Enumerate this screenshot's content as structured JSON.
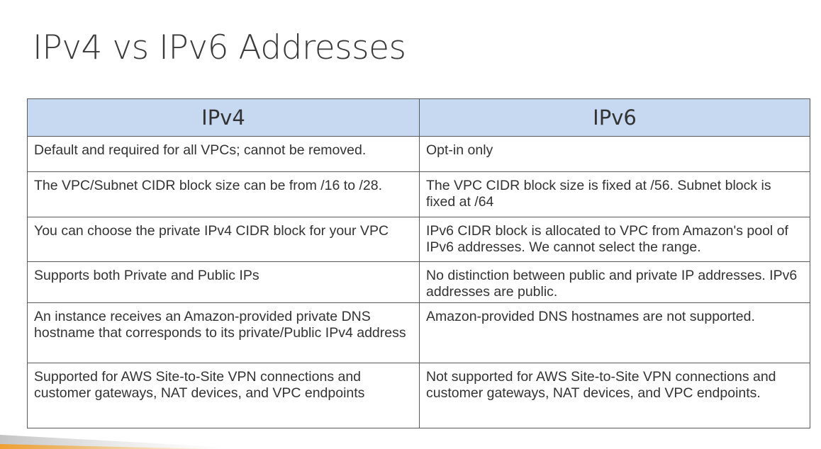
{
  "slide": {
    "title": "IPv4 vs IPv6 Addresses"
  },
  "table": {
    "headers": [
      "IPv4",
      "IPv6"
    ],
    "rows": [
      [
        "Default and required for all VPCs; cannot be removed.",
        "Opt-in only"
      ],
      [
        "The VPC/Subnet CIDR block size can be from /16 to /28.",
        "The VPC CIDR block size is fixed at /56. Subnet block is fixed at /64"
      ],
      [
        "You can choose the private IPv4 CIDR block for your VPC",
        "IPv6 CIDR block is allocated to VPC from Amazon's pool of IPv6 addresses. We cannot select the range."
      ],
      [
        "Supports both Private and Public IPs",
        "No distinction between public and private IP addresses. IPv6 addresses are public."
      ],
      [
        "An instance receives an Amazon-provided private DNS hostname that corresponds to its private/Public IPv4 address",
        "Amazon-provided DNS hostnames are not supported."
      ],
      [
        "Supported for AWS Site-to-Site VPN connections and customer gateways, NAT devices, and VPC endpoints",
        "Not supported for AWS Site-to-Site VPN connections and customer gateways, NAT devices, and VPC endpoints."
      ]
    ]
  },
  "theme": {
    "header_fill": "#c6d9f0",
    "accent": "#f0a030"
  }
}
